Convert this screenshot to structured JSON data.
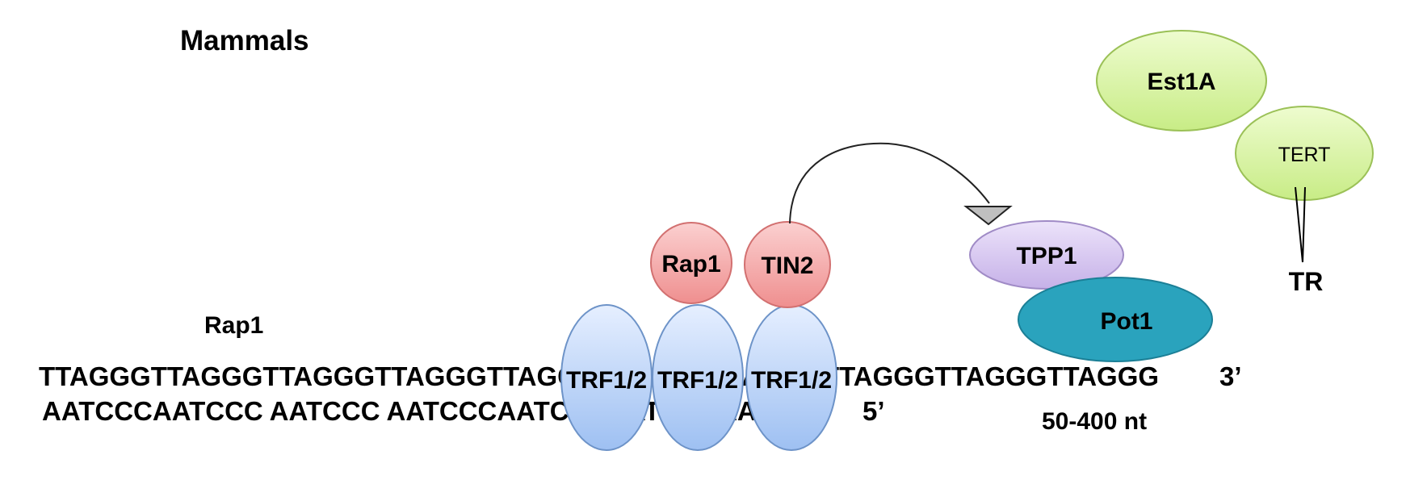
{
  "title": "Mammals",
  "rap1_side_label": "Rap1",
  "sequence": {
    "top_strand": "TTAGGGTTAGGGTTAGGGTTAGGGTTAGGGTTAGGGTTAGGGTTAGGGTTAGGGTTAGGG",
    "top_end": "3’",
    "bottom_strand": "AATCCCAATCCC AATCCC AATCCCAATCCCAATCCCAATCCC",
    "bottom_end": "5’",
    "overhang_length": "50-400 nt"
  },
  "proteins": {
    "trf1": "TRF1/2",
    "trf2": "TRF1/2",
    "trf3": "TRF1/2",
    "rap1": "Rap1",
    "tin2": "TIN2",
    "tpp1": "TPP1",
    "pot1": "Pot1",
    "est1a": "Est1A",
    "tert": "TERT",
    "tr": "TR"
  },
  "colors": {
    "trf_fill_top": "#e6efff",
    "trf_fill_bottom": "#9ec0f2",
    "trf_stroke": "#6d93c8",
    "red_fill": "#f5a8a8",
    "red_stroke": "#d27070",
    "tpp1_fill": "#d7c6f0",
    "tpp1_stroke": "#a08bc6",
    "pot1_fill": "#2aa3bd",
    "pot1_stroke": "#1b7f96",
    "green_fill": "#dcf5a4",
    "green_stroke": "#9bc157"
  }
}
